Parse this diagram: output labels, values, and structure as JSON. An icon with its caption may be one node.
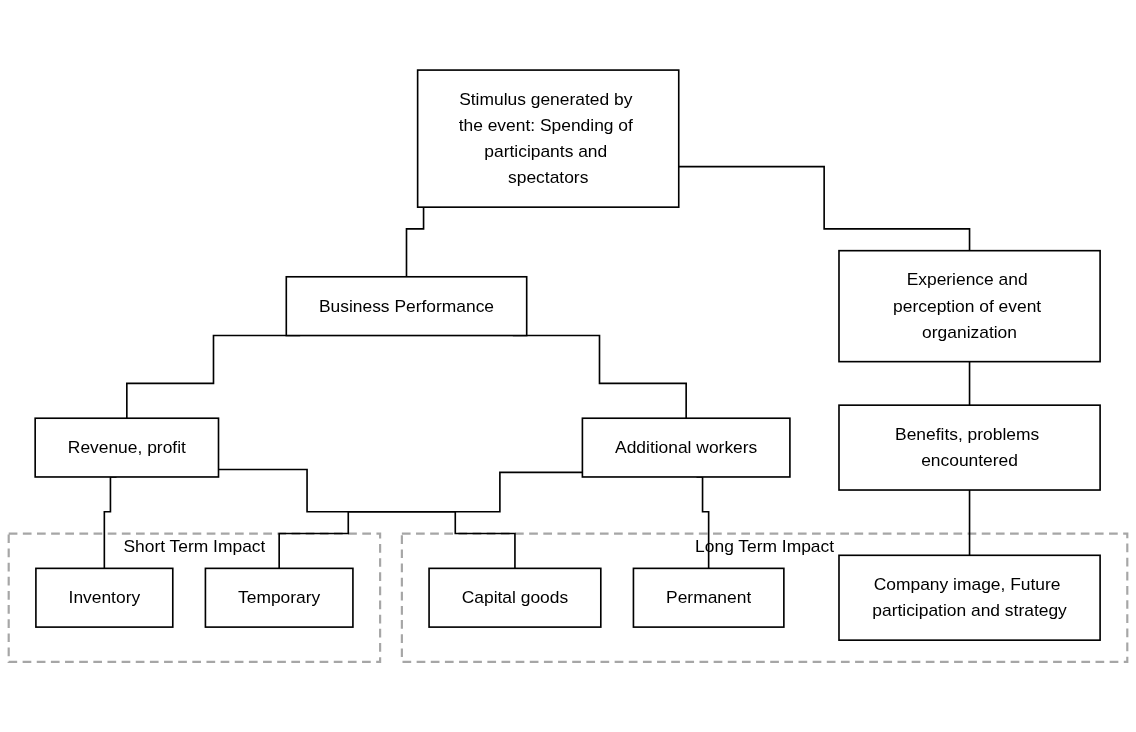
{
  "diagram": {
    "nodes": [
      {
        "text": [
          "Stimulus generated by the event: Spending of participants and spectators"
        ]
      },
      {
        "text": [
          "Business Performance"
        ]
      },
      {
        "text": [
          "Experience and perception of event organization"
        ]
      },
      {
        "text": [
          "Revenue, profit"
        ]
      },
      {
        "text": [
          "Additional workers"
        ]
      },
      {
        "text": [
          "Benefits, problems encountered"
        ]
      },
      {
        "text": [
          "Short Term Impact"
        ]
      },
      {
        "text": [
          "Inventory"
        ],
        "in": 6
      },
      {
        "text": [
          "Temporary"
        ],
        "in": 6
      },
      {
        "text": [
          "Long Term Impact"
        ]
      },
      {
        "text": [
          "Capital goods"
        ],
        "in": 9
      },
      {
        "text": [
          "Permanent"
        ],
        "in": 9
      },
      {
        "text": [
          "Company image, Future participation and strategy"
        ],
        "in": 9
      }
    ],
    "edges": [
      {
        "from": 0,
        "to": 1,
        "arrow": "none"
      },
      {
        "from": 0,
        "to": 2,
        "arrow": "none"
      },
      {
        "from": 1,
        "to": 3,
        "arrow": "none"
      },
      {
        "from": 1,
        "to": 4,
        "arrow": "none"
      },
      {
        "from": 2,
        "to": 5,
        "arrow": "none"
      },
      {
        "from": 3,
        "to": 7,
        "arrow": "none"
      },
      {
        "from": 3,
        "to": 10,
        "arrow": "none"
      },
      {
        "from": 4,
        "to": 8,
        "arrow": "none"
      },
      {
        "from": 4,
        "to": 11,
        "arrow": "none"
      },
      {
        "from": 5,
        "to": 12,
        "arrow": "none"
      }
    ]
  }
}
